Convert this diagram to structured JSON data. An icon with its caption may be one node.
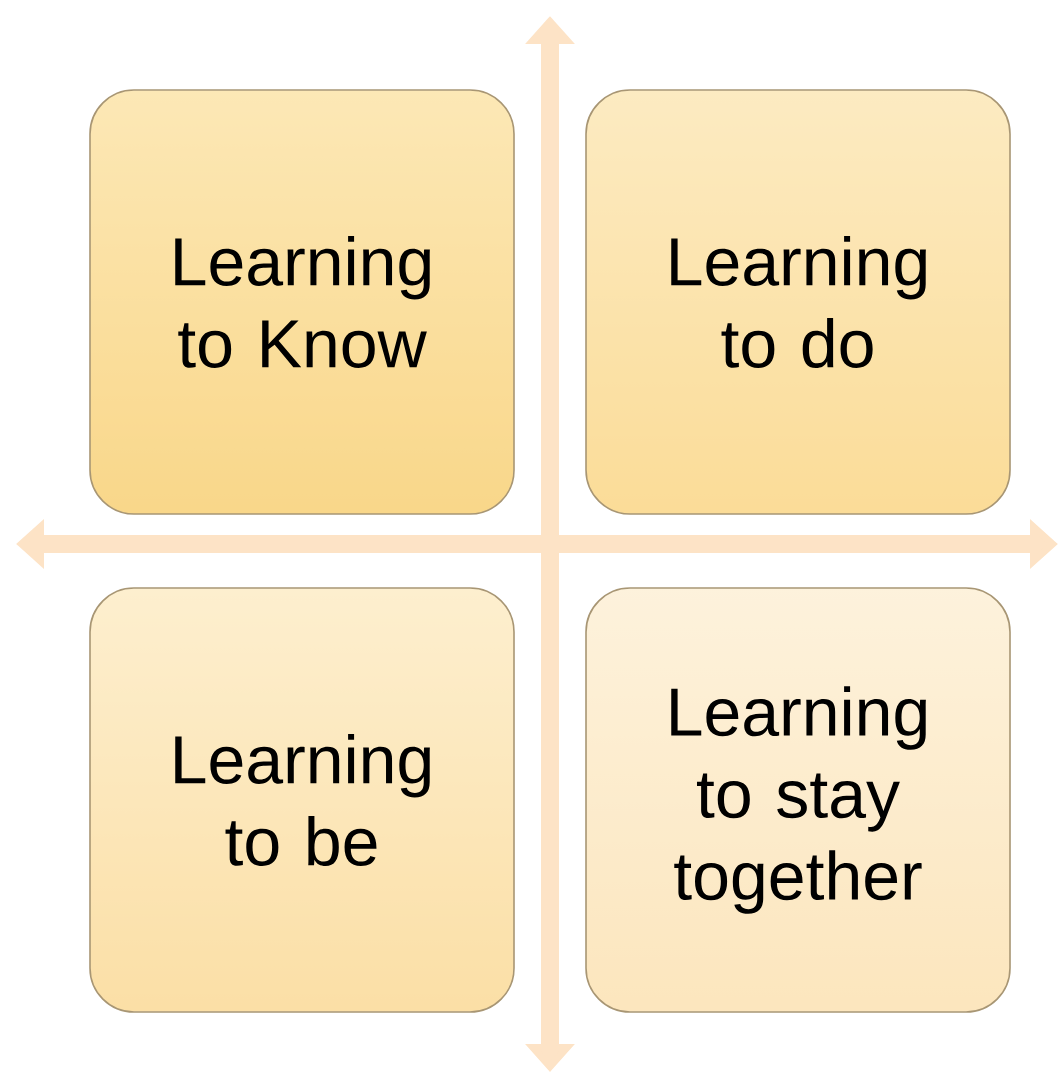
{
  "diagram": {
    "nodes": [
      {
        "text": [
          "Learning to Know"
        ]
      },
      {
        "text": [
          "Learning to do"
        ]
      },
      {
        "text": [
          "Learning to be"
        ]
      },
      {
        "text": [
          "Learning to stay together"
        ]
      }
    ]
  }
}
